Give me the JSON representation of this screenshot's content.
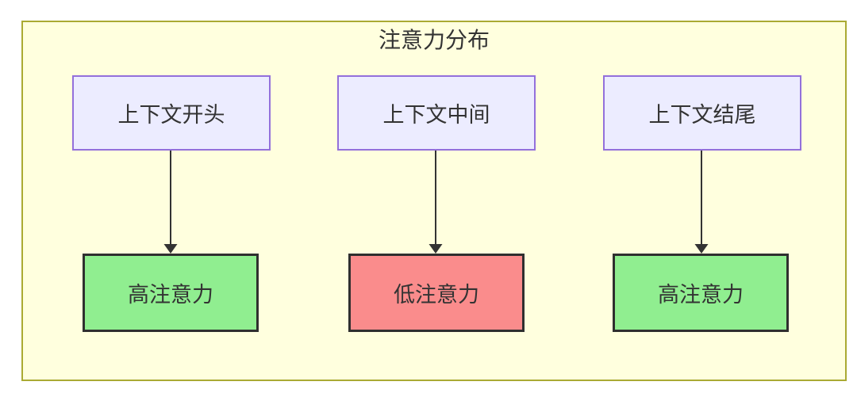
{
  "diagram": {
    "title": "注意力分布",
    "top_nodes": [
      {
        "label": "上下文开头"
      },
      {
        "label": "上下文中间"
      },
      {
        "label": "上下文结尾"
      }
    ],
    "bottom_nodes": [
      {
        "label": "高注意力",
        "status": "high"
      },
      {
        "label": "低注意力",
        "status": "low"
      },
      {
        "label": "高注意力",
        "status": "high"
      }
    ],
    "edges": [
      {
        "from": "上下文开头",
        "to": "高注意力"
      },
      {
        "from": "上下文中间",
        "to": "低注意力"
      },
      {
        "from": "上下文结尾",
        "to": "高注意力"
      }
    ],
    "colors": {
      "canvas_background": "#ffffff",
      "group_fill": "#ffffde",
      "group_border": "#aaaa33",
      "context_node_fill": "#ececff",
      "context_node_border": "#9370db",
      "high_attention_fill": "#90ee90",
      "low_attention_fill": "#fa8c8c",
      "result_node_border": "#2f2f2f",
      "edge_color": "#333333",
      "text_color": "#333333"
    }
  }
}
